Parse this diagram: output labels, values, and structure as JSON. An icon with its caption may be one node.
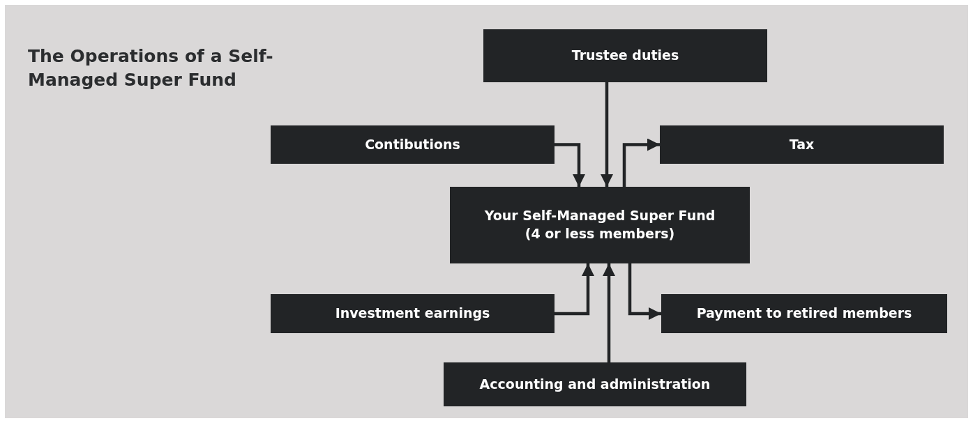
{
  "diagram": {
    "title": "The Operations of a Self-Managed Super Fund",
    "nodes": [
      {
        "text": [
          "Trustee duties"
        ]
      },
      {
        "text": [
          "Contibutions"
        ]
      },
      {
        "text": [
          "Tax"
        ]
      },
      {
        "text": [
          "Your Self-Managed Super Fund (4 or less members)"
        ]
      },
      {
        "text": [
          "Investment earnings"
        ]
      },
      {
        "text": [
          "Payment to retired members"
        ]
      },
      {
        "text": [
          "Accounting and administration"
        ]
      }
    ],
    "edges": [
      {
        "from": 0,
        "to": 3,
        "arrow": "to"
      },
      {
        "from": 1,
        "to": 3,
        "arrow": "to"
      },
      {
        "from": 3,
        "to": 2,
        "arrow": "to"
      },
      {
        "from": 4,
        "to": 3,
        "arrow": "to"
      },
      {
        "from": 3,
        "to": 5,
        "arrow": "to"
      },
      {
        "from": 6,
        "to": 3,
        "arrow": "to"
      }
    ]
  }
}
